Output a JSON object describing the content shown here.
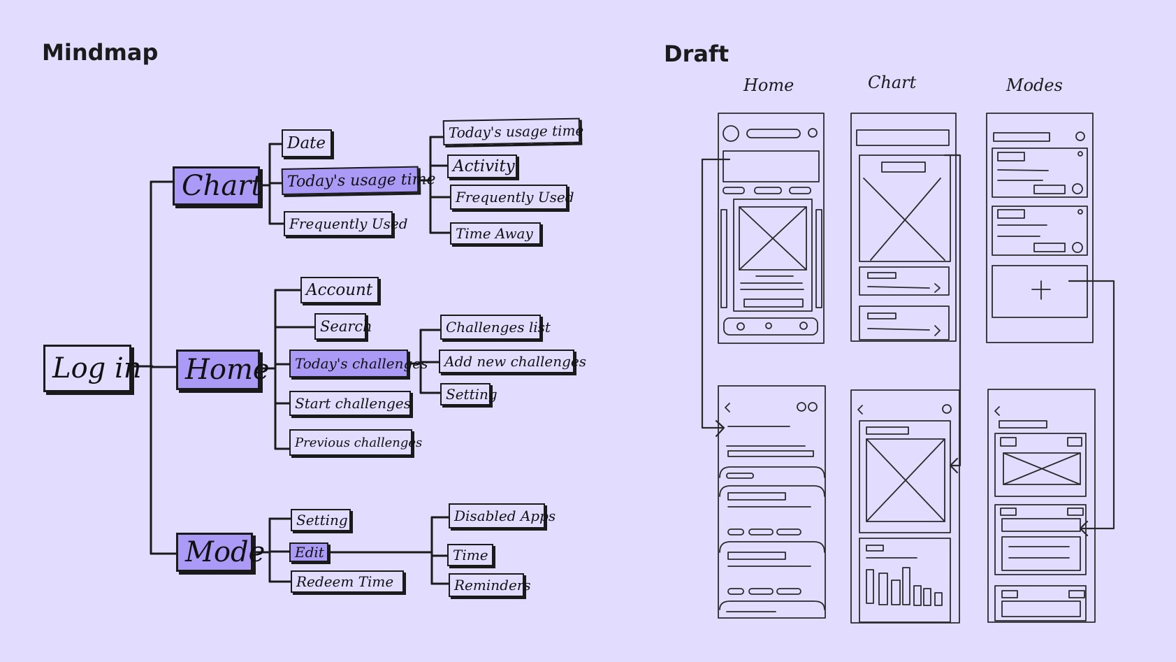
{
  "mindmap": {
    "title": "Mindmap",
    "root": "Log in",
    "chart": {
      "label": "Chart",
      "children": [
        "Date",
        "Today's usage time",
        "Frequently Used"
      ],
      "subchildren": [
        "Today's usage time",
        "Activity",
        "Frequently Used",
        "Time Away"
      ]
    },
    "home": {
      "label": "Home",
      "children": [
        "Account",
        "Search",
        "Today's challenges",
        "Start challenges",
        "Previous challenges"
      ],
      "subchildren": [
        "Challenges list",
        "Add new challenges",
        "Setting"
      ]
    },
    "mode": {
      "label": "Mode",
      "children": [
        "Setting",
        "Edit",
        "Redeem Time"
      ],
      "subchildren": [
        "Disabled Apps",
        "Time",
        "Reminders"
      ]
    }
  },
  "draft": {
    "title": "Draft",
    "columns": [
      "Home",
      "Chart",
      "Modes"
    ]
  },
  "colors": {
    "background": "#e2ddff",
    "highlight": "#ab9bf6",
    "ink": "#1a1a1a"
  }
}
